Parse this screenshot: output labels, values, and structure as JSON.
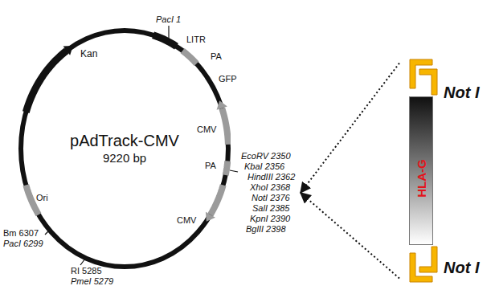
{
  "diagram": {
    "nodes": [
      {
        "text": [
          "pAdTrack-CMV",
          "9220 bp"
        ]
      },
      {
        "text": [
          "HLA-G"
        ]
      }
    ],
    "edges": [
      {
        "from": 1,
        "to": 0,
        "arrow": "to"
      },
      {
        "from": 1,
        "to": 0,
        "arrow": "to"
      }
    ],
    "labels": [
      "PacI 1",
      "LITR",
      "PA",
      "GFP",
      "CMV",
      "PA",
      "CMV",
      "Kan",
      "EcoRV 2350",
      "KbaI 2356",
      "HindIII 2362",
      "XhoI 2368",
      "NotI 2376",
      "SalI 2385",
      "KpnI 2390",
      "BglII 2398",
      "Ori",
      "Bm 6307",
      "PacI 6299",
      "RI 5285",
      "PmeI 5279",
      "Not I",
      "Not I"
    ]
  }
}
